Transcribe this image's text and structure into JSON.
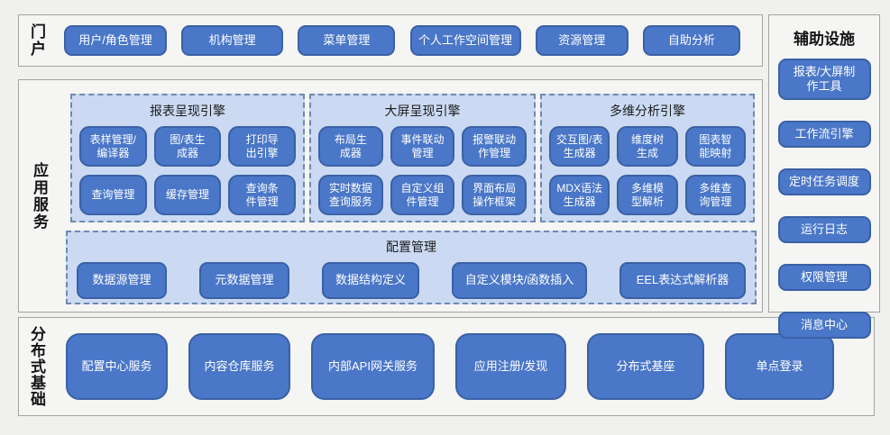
{
  "colors": {
    "page_bg": "#f0f0ee",
    "panel_bg": "#f5f5f3",
    "panel_border": "#a3a3a3",
    "button_fill": "#4a77c8",
    "button_border": "#3a61a5",
    "button_text": "#ffffff",
    "engine_bg": "#cbdaf2",
    "engine_dashed_border": "#6d89b0"
  },
  "portal": {
    "label": "门户",
    "buttons": [
      "用户/角色管理",
      "机构管理",
      "菜单管理",
      "个人工作空间管理",
      "资源管理",
      "自助分析"
    ]
  },
  "services": {
    "label": "应用服务",
    "engines": [
      {
        "title": "报表呈现引擎",
        "buttons": [
          "表样管理/\n编译器",
          "图/表生\n成器",
          "打印导\n出引擎",
          "查询管理",
          "缓存管理",
          "查询条\n件管理"
        ]
      },
      {
        "title": "大屏呈现引擎",
        "buttons": [
          "布局生\n成器",
          "事件联动\n管理",
          "报警联动\n作管理",
          "实时数据\n查询服务",
          "自定义组\n件管理",
          "界面布局\n操作框架"
        ]
      },
      {
        "title": "多维分析引擎",
        "buttons": [
          "交互图/表\n生成器",
          "维度树\n生成",
          "图表智\n能映射",
          "MDX语法\n生成器",
          "多维模\n型解析",
          "多维查\n询管理"
        ]
      }
    ],
    "config": {
      "title": "配置管理",
      "buttons": [
        "数据源管理",
        "元数据管理",
        "数据结构定义",
        "自定义模块/函数插入",
        "EEL表达式解析器"
      ]
    }
  },
  "foundation": {
    "label": "分布式基础",
    "buttons": [
      "配置中心服务",
      "内容仓库服务",
      "内部API网关服务",
      "应用注册/发现",
      "分布式基座",
      "单点登录"
    ]
  },
  "aux": {
    "title": "辅助设施",
    "buttons": [
      "报表/大屏制\n作工具",
      "工作流引擎",
      "定时任务调度",
      "运行日志",
      "权限管理",
      "消息中心"
    ]
  }
}
